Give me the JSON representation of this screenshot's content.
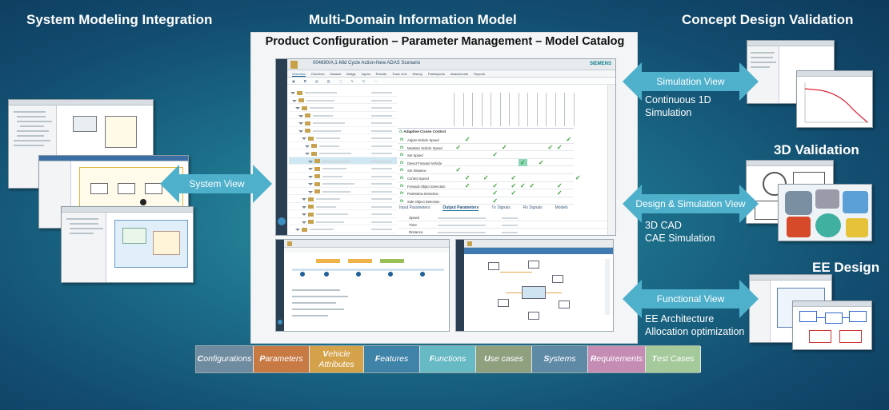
{
  "headings": {
    "left": "System Modeling Integration",
    "center": "Multi-Domain Information Model",
    "concept": "Concept Design Validation",
    "validation3d": "3D Validation",
    "ee": "EE Design"
  },
  "center_panel": {
    "title": "Product Configuration  – Parameter Management – Model Catalog"
  },
  "app": {
    "title": "004690/A;1-Mid Cycle Action-New ADAS Scenario",
    "brand": "SIEMENS",
    "tabs": [
      "Overview",
      "Overview",
      "Dataset",
      "Bridge",
      "Inputs",
      "Results",
      "Trace Link",
      "History",
      "Participants",
      "Attachments",
      "Reports"
    ],
    "matrix_title": "Adaptive Cruise Control",
    "matrix_rows": [
      "Adjust Vehicle Speed",
      "Maintain Vehicle Speed",
      "Set Speed",
      "Detect Forward Vehicle",
      "Set Distance",
      "Control Speed",
      "Forward Object Detection",
      "Pedestrian Detection",
      "Side Object Detection"
    ],
    "lower_tabs": [
      "Input Parameters",
      "Output Parameters",
      "Tx Signals",
      "Rx Signals",
      "Models"
    ],
    "param_rows": [
      "Speed",
      "Time",
      "Distance"
    ]
  },
  "arrows": {
    "system_view": "System View",
    "simulation_view": "Simulation View",
    "design_sim_view": "Design & Simulation View",
    "functional_view": "Functional View"
  },
  "captions": {
    "simulation": [
      "Continuous 1D",
      "Simulation"
    ],
    "cad": [
      "3D CAD",
      "CAE Simulation"
    ],
    "ee": [
      "EE Architecture",
      "Allocation optimization"
    ]
  },
  "categories": [
    {
      "first": "C",
      "rest": "onfigurations",
      "color": "#6f8ba0"
    },
    {
      "first": "P",
      "rest": "arameters",
      "color": "#c87a45"
    },
    {
      "first": "V",
      "rest": "ehicle Attributes",
      "color": "#d3a24a"
    },
    {
      "first": "F",
      "rest": "eatures",
      "color": "#3f83a8"
    },
    {
      "first": "F",
      "rest": "unctions",
      "color": "#67b9c4"
    },
    {
      "first": "U",
      "rest": "se cases",
      "color": "#8fa07f"
    },
    {
      "first": "S",
      "rest": "ystems",
      "color": "#5f8aa6"
    },
    {
      "first": "R",
      "rest": "equirements",
      "color": "#c58cb4"
    },
    {
      "first": "T",
      "rest": "est Cases",
      "color": "#a4c99a"
    }
  ],
  "colors": {
    "arrow": "#4fb0cc",
    "background": "#1c6f8a"
  }
}
